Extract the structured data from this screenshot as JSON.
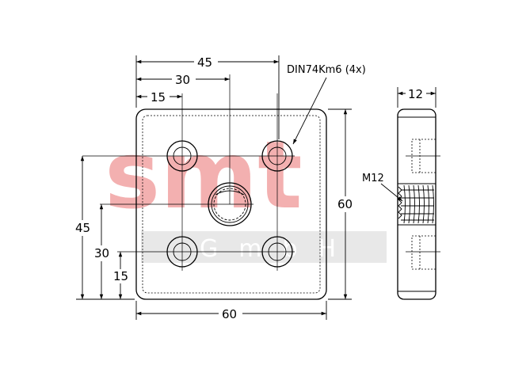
{
  "watermark": {
    "main": "smt",
    "sub": "GmbH",
    "color": "#f3b0b0"
  },
  "dimensions": {
    "width_45": "45",
    "width_30": "30",
    "width_15": "15",
    "depth_12": "12",
    "height_60": "60",
    "height_45": "45",
    "height_30": "30",
    "height_15": "15",
    "width_60": "60"
  },
  "annotations": {
    "hole_callout": "DIN74Km6 (4x)",
    "thread_callout": "M12"
  }
}
